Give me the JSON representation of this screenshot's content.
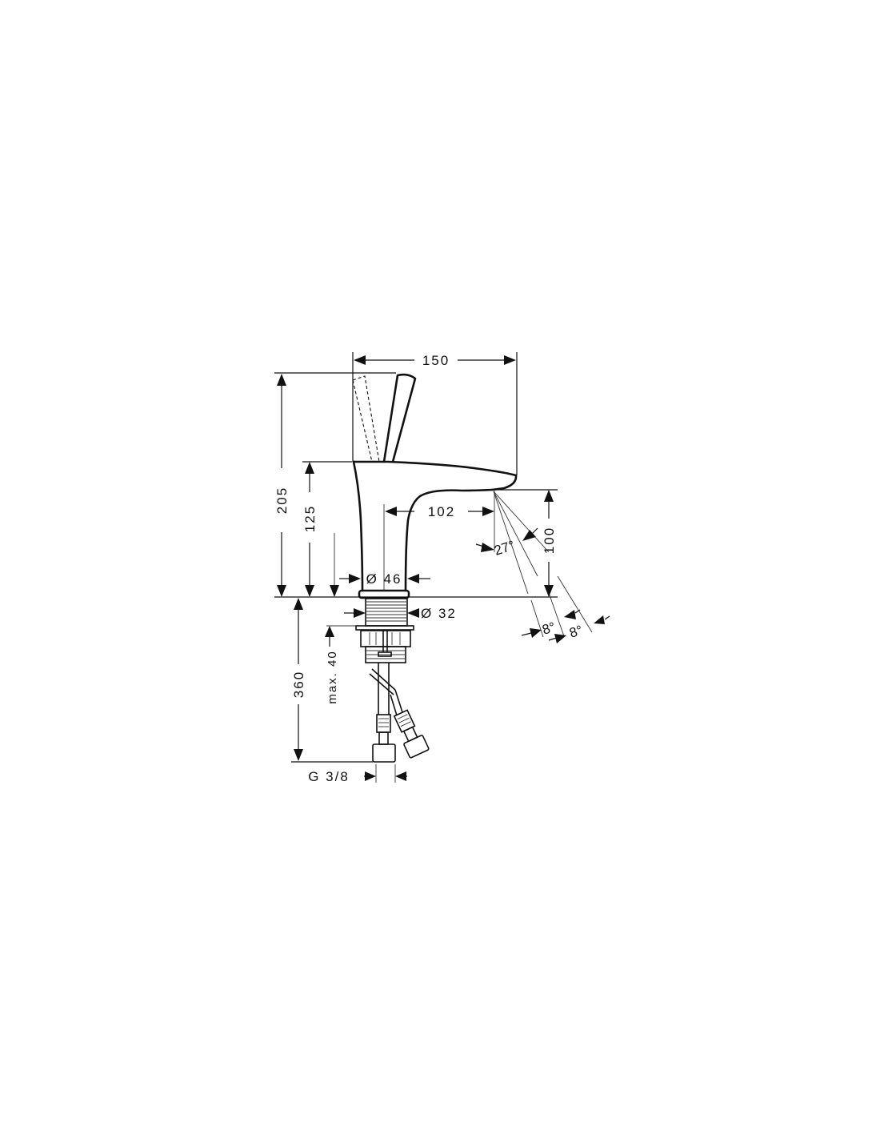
{
  "drawing": {
    "title": "Basin mixer dimension drawing",
    "units": "mm",
    "dimensions": {
      "overall_width": "150",
      "overall_height": "205",
      "spout_height": "125",
      "spout_reach": "102",
      "spout_clearance": "100",
      "base_diameter": "Ø 46",
      "shank_diameter": "Ø 32",
      "max_counter_thickness": "max. 40",
      "hose_length": "360",
      "connection_thread": "G 3/8",
      "jet_angle": "27°",
      "spray_angle_1": "8°",
      "spray_angle_2": "8°"
    }
  }
}
